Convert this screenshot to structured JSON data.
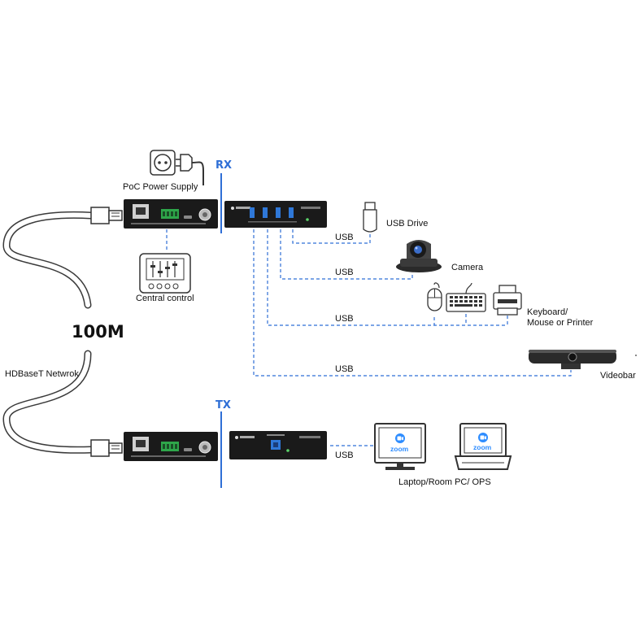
{
  "labels": {
    "rx": "RX",
    "tx": "TX",
    "poc_power_supply": "PoC Power Supply",
    "central_control": "Central control",
    "speed": "100M",
    "hdbaset_network": "HDBaseT Netwrok",
    "usb_drive": "USB Drive",
    "camera": "Camera",
    "keyboard_line1": "Keyboard/",
    "keyboard_line2": "Mouse or Printer",
    "videobar": "Videobar",
    "laptop": "Laptop/Room PC/ OPS",
    "usb_drive_link": "USB",
    "usb_camera_link": "USB",
    "usb_keyboard_link": "USB",
    "usb_videobar_link": "USB",
    "usb_laptop_link": "USB",
    "zoom_left": "zoom",
    "zoom_right": "zoom"
  },
  "colors": {
    "accent": "#2f6fd6",
    "device_body": "#1a1a1a",
    "terminal_green": "#2ea64a",
    "usb_port_blue": "#2f78d8",
    "cable": "#444444"
  },
  "icons": {
    "power_socket": "power-socket-icon",
    "power_plug": "power-plug-icon",
    "control_panel": "control-panel-icon",
    "usb_drive": "usb-drive-icon",
    "camera": "ptz-camera-icon",
    "mouse": "mouse-icon",
    "keyboard": "keyboard-icon",
    "printer": "printer-icon",
    "videobar": "videobar-icon",
    "laptop": "monitor-icon",
    "zoom": "zoom-logo-icon"
  }
}
